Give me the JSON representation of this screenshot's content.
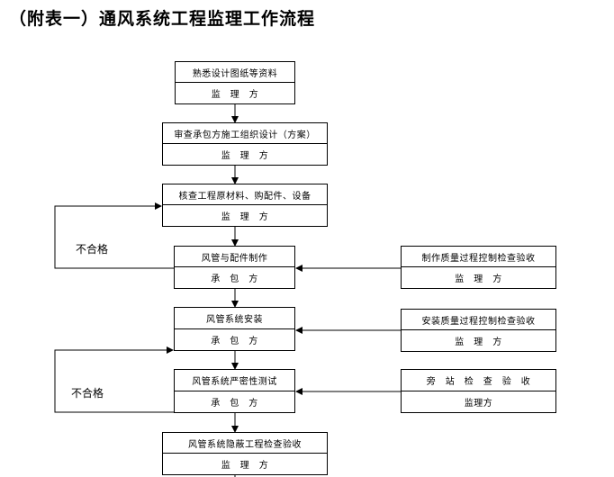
{
  "title": "（附表一）通风系统工程监理工作流程",
  "main_steps": [
    {
      "task": "熟悉设计图纸等资料",
      "actor": "监　理　方"
    },
    {
      "task": "审查承包方施工组织设计（方案）",
      "actor": "监　理　方"
    },
    {
      "task": "核查工程原材料、购配件、设备",
      "actor": "监　理　方"
    },
    {
      "task": "风管与配件制作",
      "actor": "承　包　方"
    },
    {
      "task": "风管系统安装",
      "actor": "承　包　方"
    },
    {
      "task": "风管系统严密性测试",
      "actor": "承　包　方"
    },
    {
      "task": "风管系统隐蔽工程检查验收",
      "actor": "监　理　方"
    }
  ],
  "side_checks": [
    {
      "task": "制作质量过程控制检查验收",
      "actor": "监　理　方"
    },
    {
      "task": "安装质量过程控制检查验收",
      "actor": "监　理　方"
    },
    {
      "task": "旁　站　检　查　验　收",
      "actor": "监理方"
    }
  ],
  "loops": [
    {
      "label": "不合格"
    },
    {
      "label": "不合格"
    }
  ]
}
